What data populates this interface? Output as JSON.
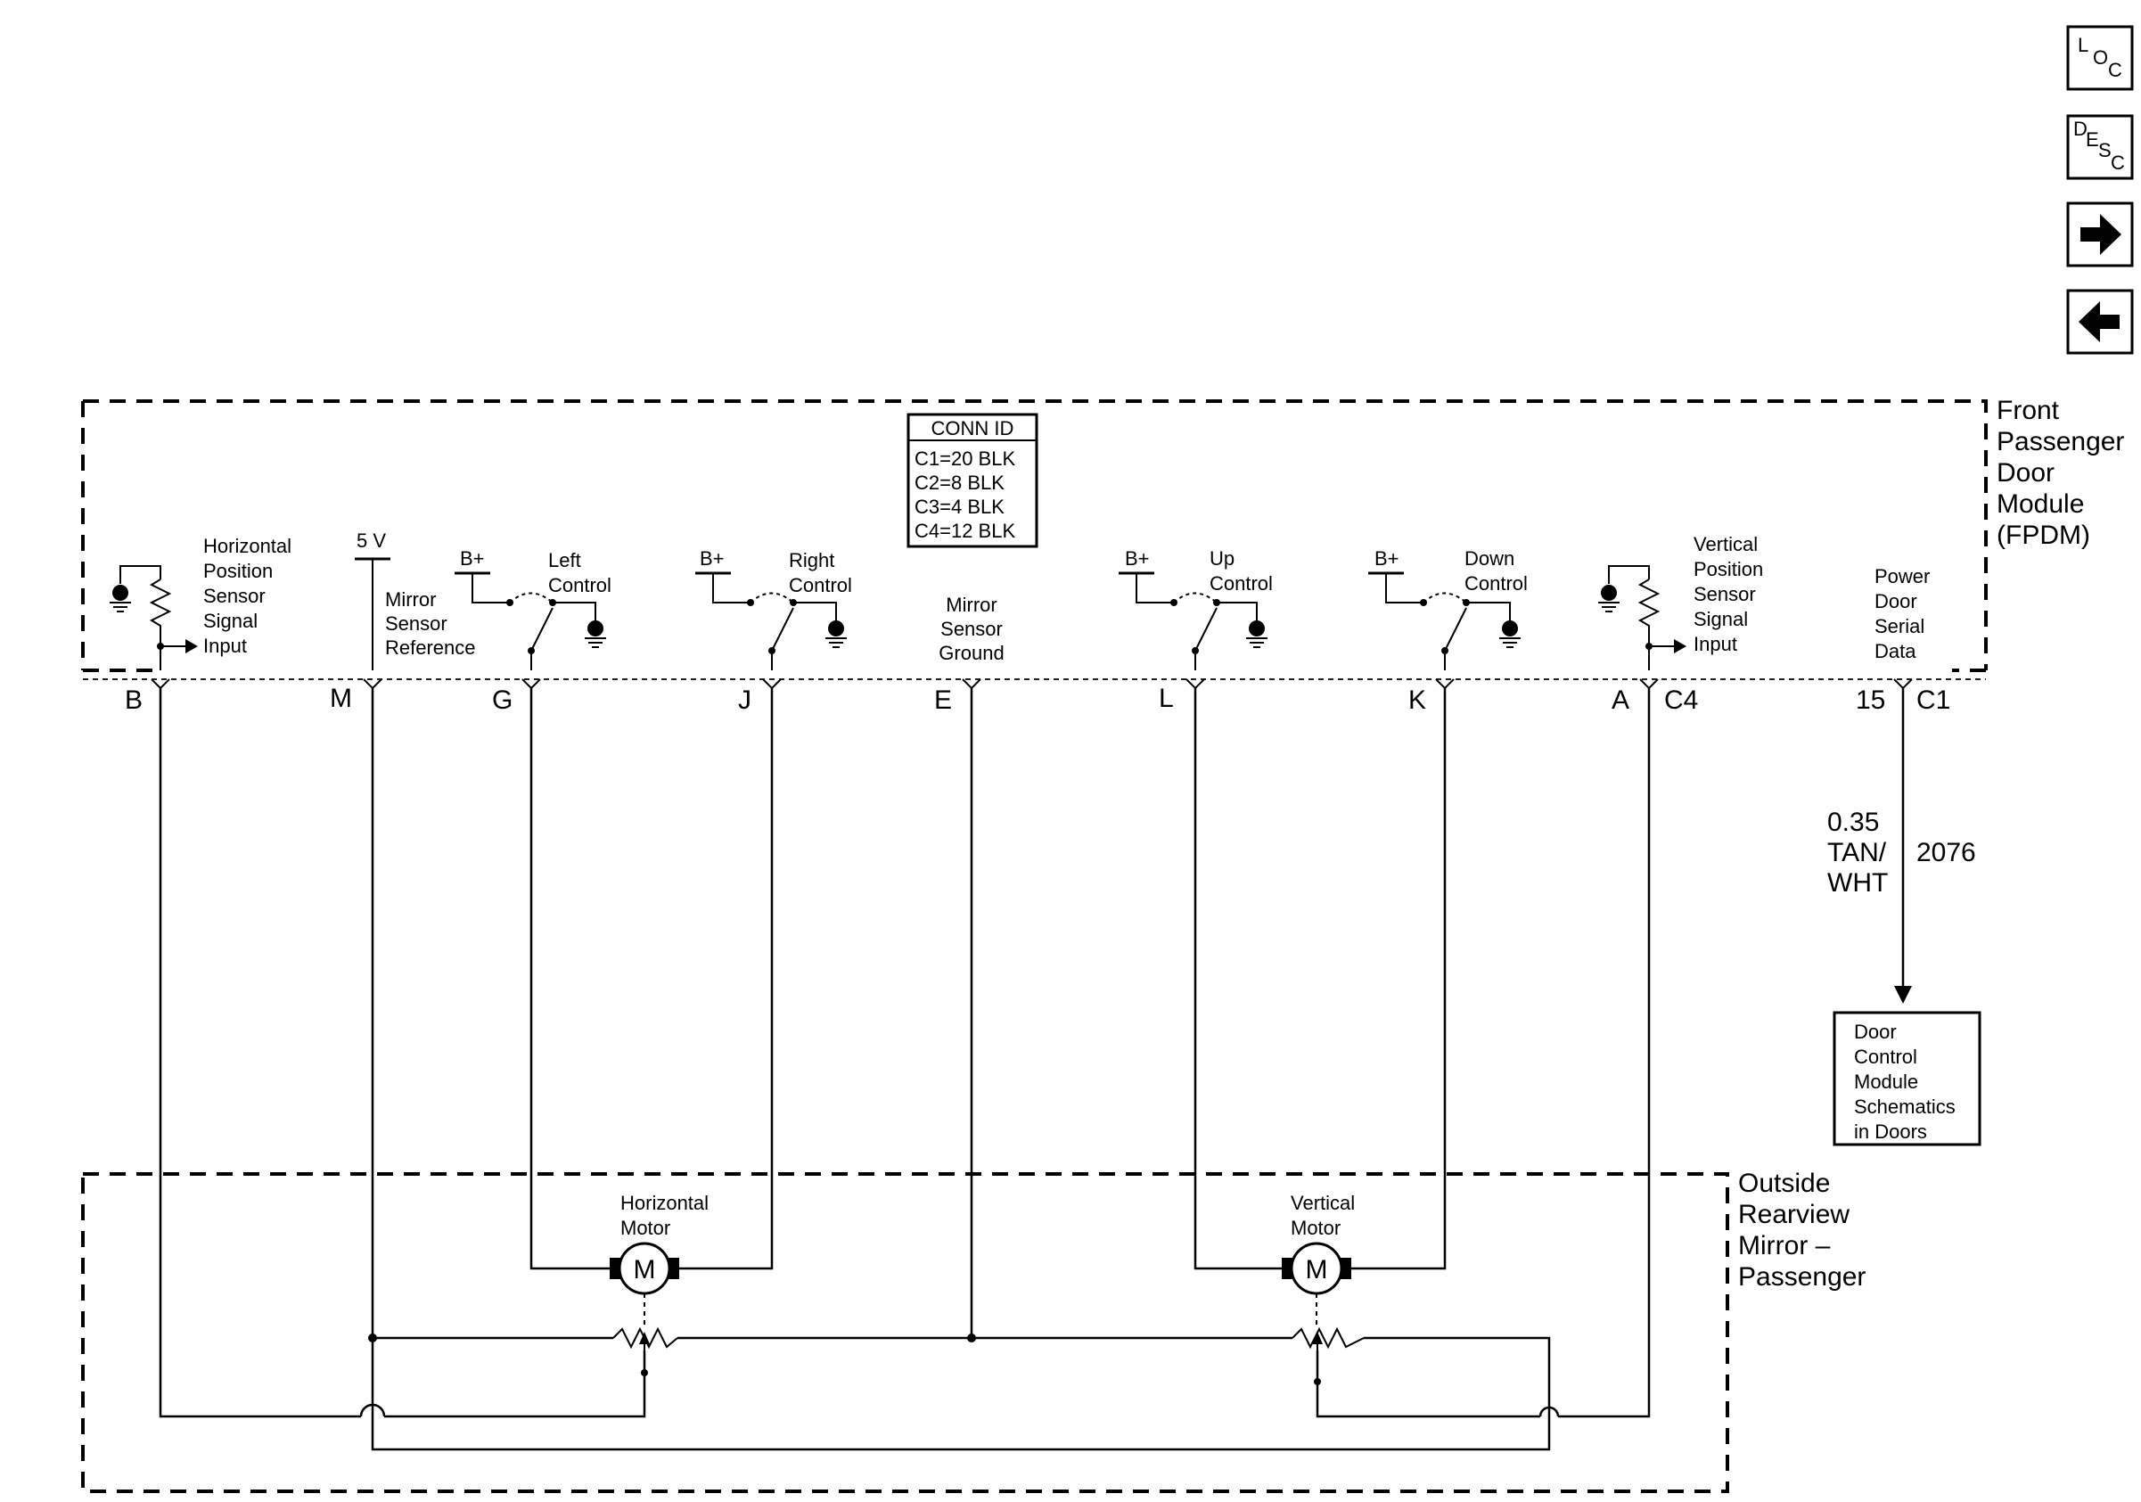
{
  "nav": {
    "loc_top": "L",
    "loc_mid": "O",
    "loc_bot": "C",
    "desc_1": "D",
    "desc_2": "E",
    "desc_3": "S",
    "desc_4": "C",
    "next_icon": "arrow-right-icon",
    "prev_icon": "arrow-left-icon"
  },
  "fpdm": {
    "title_lines": [
      "Front",
      "Passenger",
      "Door",
      "Module",
      "(FPDM)"
    ],
    "conn_id": {
      "header": "CONN ID",
      "rows": [
        "C1=20 BLK",
        "C2=8 BLK",
        "C3=4 BLK",
        "C4=12 BLK"
      ]
    },
    "horiz_sensor_lines": [
      "Horizontal",
      "Position",
      "Sensor",
      "Signal",
      "Input"
    ],
    "five_v": "5 V",
    "mirror_ref_lines": [
      "Mirror",
      "Sensor",
      "Reference"
    ],
    "b_plus": "B+",
    "left_control_lines": [
      "Left",
      "Control"
    ],
    "right_control_lines": [
      "Right",
      "Control"
    ],
    "mirror_gnd_lines": [
      "Mirror",
      "Sensor",
      "Ground"
    ],
    "up_control_lines": [
      "Up",
      "Control"
    ],
    "down_control_lines": [
      "Down",
      "Control"
    ],
    "vert_sensor_lines": [
      "Vertical",
      "Position",
      "Sensor",
      "Signal",
      "Input"
    ],
    "serial_lines": [
      "Power",
      "Door",
      "Serial",
      "Data"
    ]
  },
  "pins": {
    "b": "B",
    "m": "M",
    "g": "G",
    "j": "J",
    "e": "E",
    "l": "L",
    "k": "K",
    "a": "A",
    "c4": "C4",
    "p15": "15",
    "c1": "C1"
  },
  "wire_2076": {
    "gauge": "0.35",
    "color_1": "TAN/",
    "color_2": "WHT",
    "circuit": "2076"
  },
  "dcm_ref_lines": [
    "Door",
    "Control",
    "Module",
    "Schematics",
    "in Doors"
  ],
  "mirror": {
    "title_lines": [
      "Outside",
      "Rearview",
      "Mirror –",
      "Passenger"
    ],
    "horiz_motor_lines": [
      "Horizontal",
      "Motor"
    ],
    "vert_motor_lines": [
      "Vertical",
      "Motor"
    ],
    "motor_symbol": "M"
  }
}
